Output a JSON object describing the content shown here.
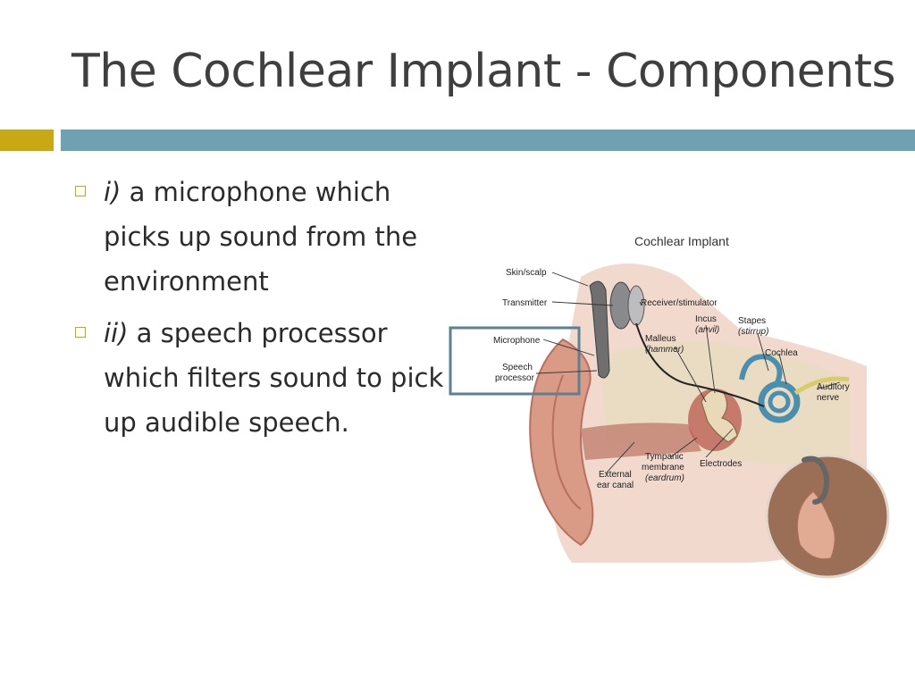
{
  "slide": {
    "title": "The Cochlear Implant - Components",
    "bullets": [
      {
        "number": "i)",
        "text": "a microphone which picks up sound from the environment"
      },
      {
        "number": "ii)",
        "text": "a speech processor which filters sound to pick up audible speech."
      }
    ]
  },
  "diagram": {
    "title": "Cochlear Implant",
    "labels": {
      "skin": "Skin/scalp",
      "transmitter": "Transmitter",
      "receiver": "Receiver/stimulator",
      "microphone": "Microphone",
      "speech1": "Speech",
      "speech2": "processor",
      "incus": "Incus",
      "incus_sub": "(anvil)",
      "stapes": "Stapes",
      "stapes_sub": "(stirrup)",
      "malleus": "Malleus",
      "malleus_sub": "(hammer)",
      "cochlea": "Cochlea",
      "auditory1": "Auditory",
      "auditory2": "nerve",
      "tympanic1": "Tympanic",
      "tympanic2": "membrane",
      "tympanic_sub": "(eardrum)",
      "electrodes": "Electrodes",
      "external1": "External",
      "external2": "ear canal"
    }
  }
}
